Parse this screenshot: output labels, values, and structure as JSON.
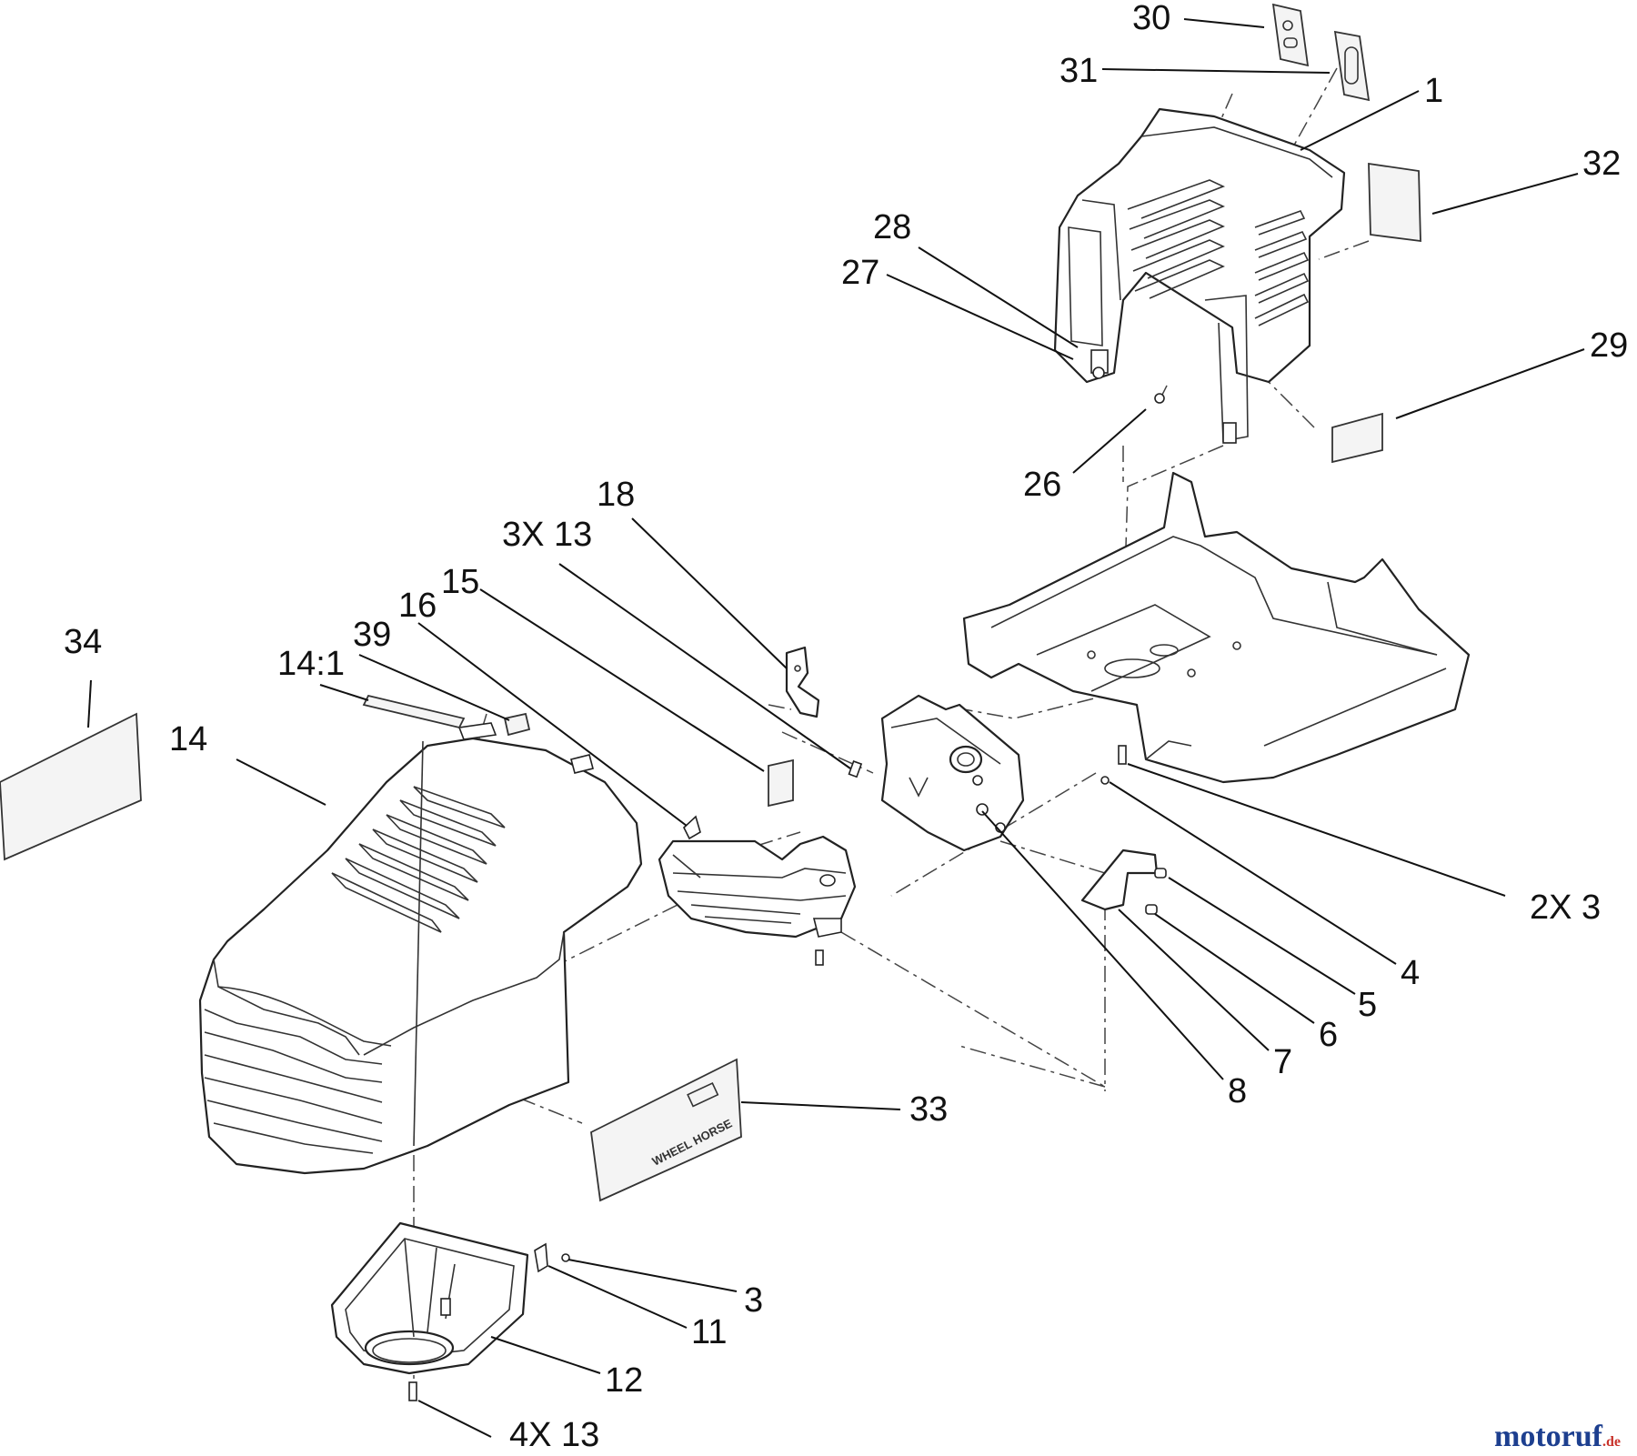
{
  "callouts": [
    {
      "id": "30",
      "text": "30"
    },
    {
      "id": "31",
      "text": "31"
    },
    {
      "id": "1",
      "text": "1"
    },
    {
      "id": "32",
      "text": "32"
    },
    {
      "id": "28",
      "text": "28"
    },
    {
      "id": "27",
      "text": "27"
    },
    {
      "id": "29",
      "text": "29"
    },
    {
      "id": "26",
      "text": "26"
    },
    {
      "id": "18",
      "text": "18"
    },
    {
      "id": "3x13a",
      "text": "3X 13"
    },
    {
      "id": "15",
      "text": "15"
    },
    {
      "id": "16",
      "text": "16"
    },
    {
      "id": "39",
      "text": "39"
    },
    {
      "id": "14-1",
      "text": "14:1"
    },
    {
      "id": "34",
      "text": "34"
    },
    {
      "id": "14",
      "text": "14"
    },
    {
      "id": "2x3",
      "text": "2X 3"
    },
    {
      "id": "4",
      "text": "4"
    },
    {
      "id": "5",
      "text": "5"
    },
    {
      "id": "6",
      "text": "6"
    },
    {
      "id": "7",
      "text": "7"
    },
    {
      "id": "8",
      "text": "8"
    },
    {
      "id": "33",
      "text": "33"
    },
    {
      "id": "3",
      "text": "3"
    },
    {
      "id": "11",
      "text": "11"
    },
    {
      "id": "12",
      "text": "12"
    },
    {
      "id": "4x13",
      "text": "4X 13"
    }
  ],
  "decal_text": {
    "wheel_horse": "WHEEL HORSE"
  },
  "watermark": {
    "brand": "motoruf",
    "suffix": ".de",
    "color_main": "#1d3f8f",
    "color_accent": "#c8322b"
  }
}
